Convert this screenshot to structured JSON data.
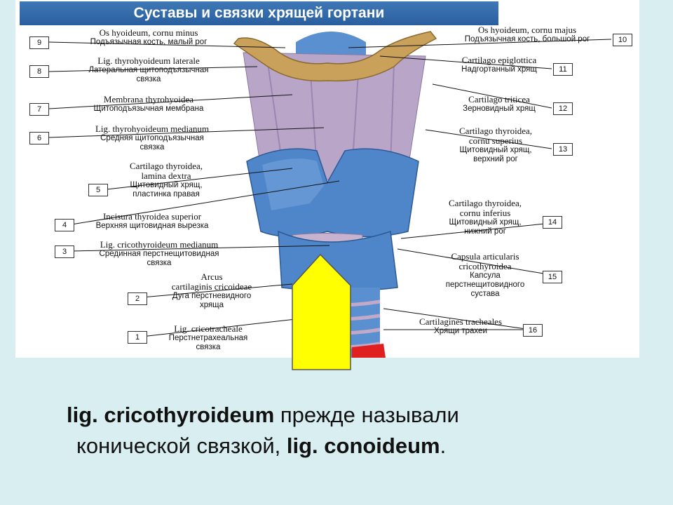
{
  "title": "Суставы и связки хрящей гортани",
  "labels": {
    "l9": {
      "num": "9",
      "lat": "Os hyoideum, cornu minus",
      "ru": "Подъязычная кость, малый рог"
    },
    "l8": {
      "num": "8",
      "lat": "Lig. thyrohyoideum laterale",
      "ru1": "Латеральная щитоподъязычная",
      "ru2": "связка"
    },
    "l7": {
      "num": "7",
      "lat": "Membrana thyrohyoidea",
      "ru": "Щитоподъязычная мембрана"
    },
    "l6": {
      "num": "6",
      "lat": "Lig. thyrohyoideum medianum",
      "ru1": "Средняя щитоподъязычная",
      "ru2": "связка"
    },
    "l5": {
      "num": "5",
      "lat1": "Cartilago thyroidea,",
      "lat2": "lamina dextra",
      "ru1": "Щитовидный хрящ,",
      "ru2": "пластинка правая"
    },
    "l4": {
      "num": "4",
      "lat": "Incisura thyroidea superior",
      "ru": "Верхняя щитовидная вырезка"
    },
    "l3": {
      "num": "3",
      "lat": "Lig. cricothyroideum medianum",
      "ru1": "Срединная перстнещитовидная",
      "ru2": "связка"
    },
    "l2": {
      "num": "2",
      "lat1": "Arcus",
      "lat2": "cartilaginis cricoideae",
      "ru1": "Дуга перстневидного",
      "ru2": "хряща"
    },
    "l1": {
      "num": "1",
      "lat": "Lig. cricotracheale",
      "ru1": "Перстнетрахеальная",
      "ru2": "связка"
    },
    "l10": {
      "num": "10",
      "lat": "Os hyoideum, cornu majus",
      "ru": "Подъязычная кость, большой рог"
    },
    "l11": {
      "num": "11",
      "lat": "Cartilago epiglottica",
      "ru": "Надгортанный хрящ"
    },
    "l12": {
      "num": "12",
      "lat": "Cartilago triticea",
      "ru": "Зерновидный хрящ"
    },
    "l13": {
      "num": "13",
      "lat1": "Cartilago thyroidea,",
      "lat2": "cornu superius",
      "ru1": "Щитовидный хрящ,",
      "ru2": "верхний рог"
    },
    "l14": {
      "num": "14",
      "lat1": "Cartilago thyroidea,",
      "lat2": "cornu inferius",
      "ru1": "Щитовидный хрящ,",
      "ru2": "нижний рог"
    },
    "l15": {
      "num": "15",
      "lat1": "Capsula articularis",
      "lat2": "cricothyroidea",
      "ru1": "Капсула",
      "ru2": "перстнещитовидного",
      "ru3": "сустава"
    },
    "l16": {
      "num": "16",
      "lat": "Cartilagines tracheales",
      "ru": "Хрящи трахеи"
    }
  },
  "caption": {
    "term1": "lig. cricothyroideum",
    "text1": " прежде называли",
    "text2": "конической связкой, ",
    "term2": "lig. conoideum",
    "end": "."
  },
  "colors": {
    "cartilage": "#4f86c9",
    "membrane": "#b7a6c9",
    "bone": "#c9a15a",
    "arrow": "#ffff00",
    "background": "#d9eef0"
  }
}
